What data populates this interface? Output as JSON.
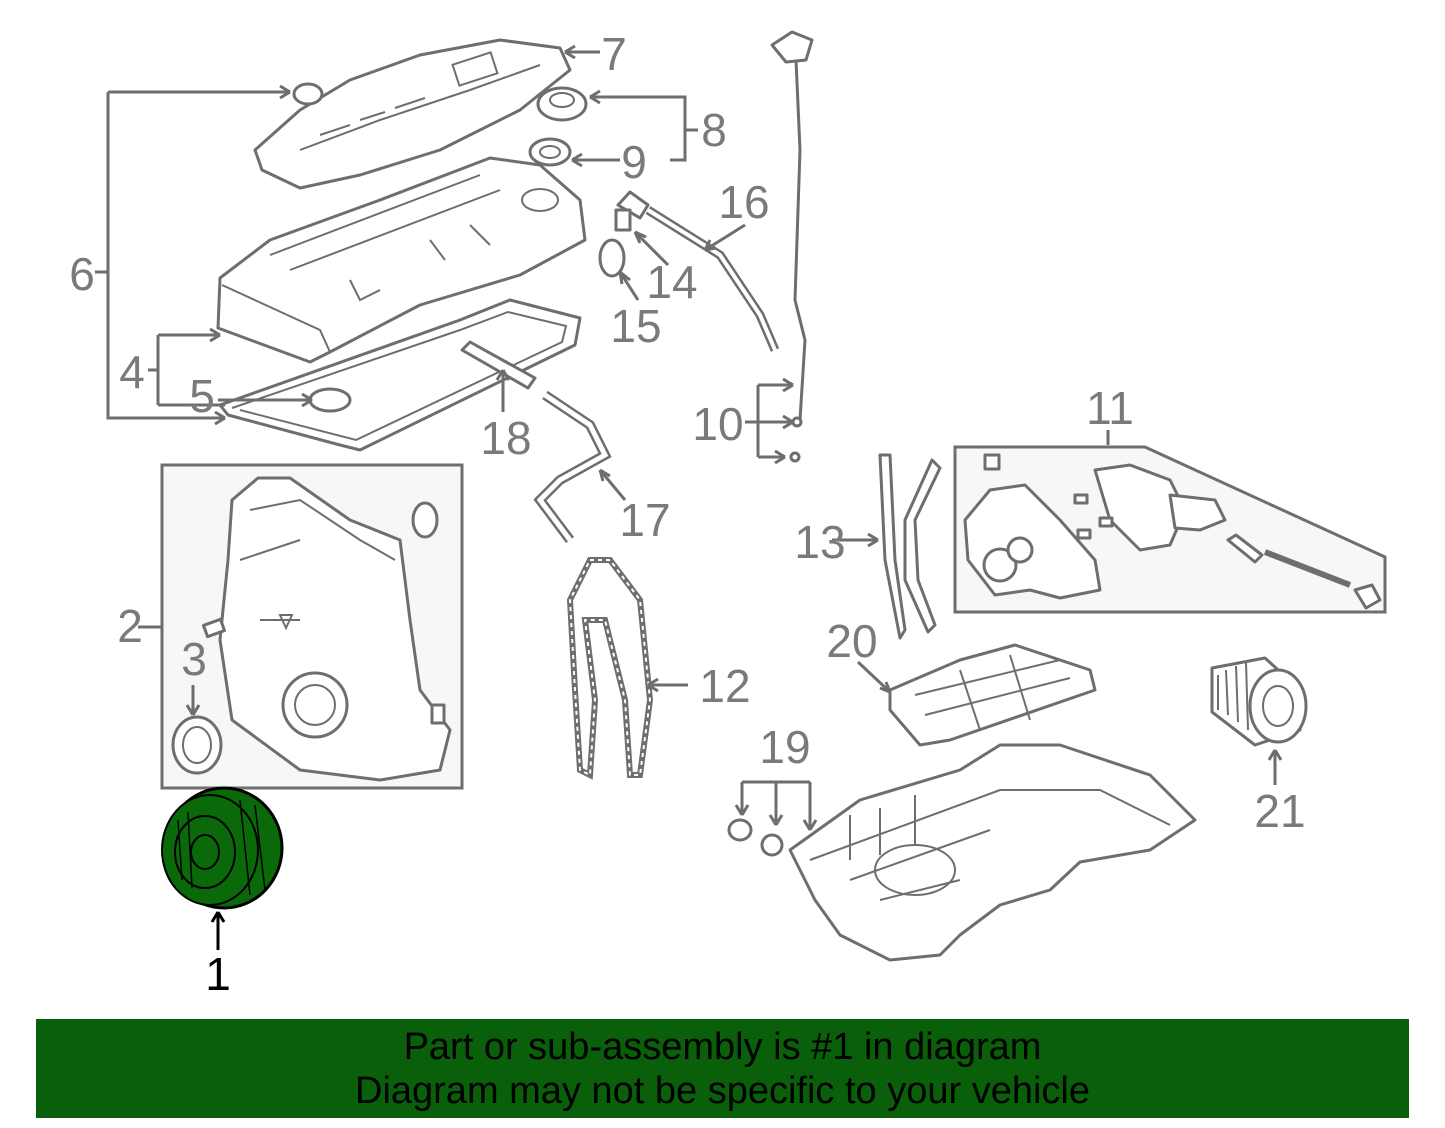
{
  "diagram": {
    "callouts": [
      "1",
      "2",
      "3",
      "4",
      "5",
      "6",
      "7",
      "8",
      "9",
      "10",
      "11",
      "12",
      "13",
      "14",
      "15",
      "16",
      "17",
      "18",
      "19",
      "20",
      "21"
    ],
    "highlighted_part": "1"
  },
  "colors": {
    "highlight": "#0a6a0a",
    "banner": "#0a5f0a",
    "line": "#6e6e6e",
    "label": "#7a7a7a"
  },
  "banner": {
    "line1": "Part or sub-assembly is #1 in diagram",
    "line2": "Diagram may not be specific to your vehicle"
  }
}
